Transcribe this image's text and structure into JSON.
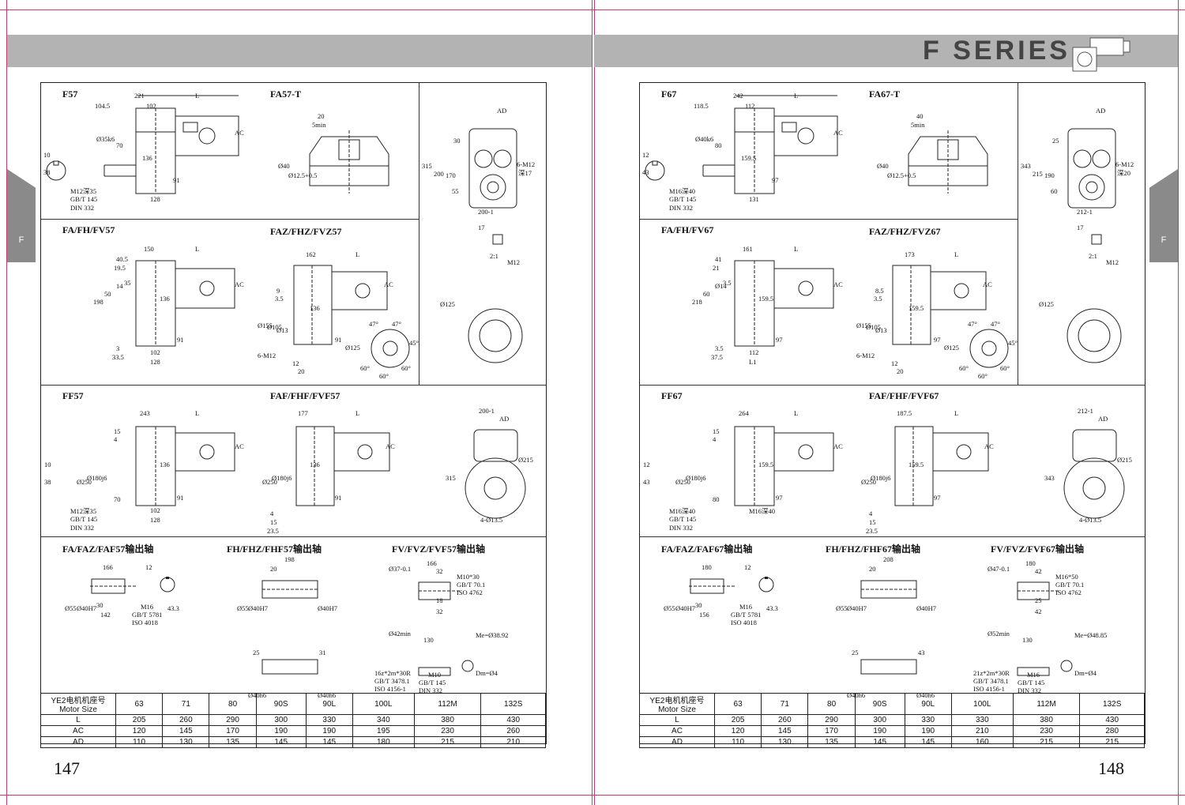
{
  "header": {
    "title": "F SERIES"
  },
  "side_tab": {
    "label": "F"
  },
  "pages": [
    {
      "page_number": "147",
      "sections": {
        "s1": {
          "a": "F57",
          "b": "FA57-T"
        },
        "s2": {
          "a": "FA/FH/FV57",
          "b": "FAZ/FHZ/FVZ57"
        },
        "s3": {
          "a": "FF57",
          "b": "FAF/FHF/FVF57"
        },
        "s4": {
          "a": "FA/FAZ/FAF57输出轴",
          "b": "FH/FHZ/FHF57输出轴",
          "c": "FV/FVZ/FVF57输出轴"
        }
      },
      "dims": {
        "d221": "221",
        "dL": "L",
        "d1045": "104.5",
        "d102": "102",
        "dAC": "AC",
        "d70": "70",
        "d10": "10",
        "d38": "38",
        "d35": "Ø35k6",
        "d136": "136",
        "d91": "91",
        "d128": "128",
        "m12": "M12深35",
        "gbt": "GB/T 145",
        "din": "DIN 332",
        "d20": "20",
        "d5min": "5min",
        "d40": "Ø40",
        "d125": "Ø12.5+0.5",
        "dAD": "AD",
        "d315": "315",
        "d200": "200",
        "d170": "170",
        "d30": "30",
        "d55": "55",
        "d6m12": "6-M12",
        "d17": "深17",
        "d2001": "200-1",
        "k17": "17",
        "kratio": "2:1",
        "km12": "M12",
        "f150": "150",
        "f405": "40.5",
        "f195": "19.5",
        "f198": "198",
        "f50": "50",
        "f14": "14",
        "f35": "35",
        "f3": "3",
        "f335": "33.5",
        "f102": "102",
        "f128": "128",
        "z162": "162",
        "z9": "9",
        "z35": "3.5",
        "z155": "Ø155",
        "z105": "Ø105",
        "z13": "Ø13",
        "z6m12": "6-M12",
        "z12": "12",
        "z20": "20",
        "f125": "Ø125",
        "a47": "47°",
        "a45": "45°",
        "a60": "60°",
        "c125": "Ø125",
        "ff243": "243",
        "ff15": "15",
        "ff4": "4",
        "ff250": "Ø250",
        "ff180": "Ø180j6",
        "ff70": "70",
        "ff102": "102",
        "ff128": "128",
        "ff10": "10",
        "ff38": "38",
        "fv177": "177",
        "fv4": "4",
        "fv15": "15",
        "fv235": "23.5",
        "fl200": "200-1",
        "fl315": "315",
        "fl215": "Ø215",
        "fl413": "4-Ø13.5",
        "o166": "166",
        "o12": "12",
        "o55": "Ø55",
        "o40": "Ø40H7",
        "o30": "30",
        "o142": "142",
        "o433": "43.3",
        "om16": "M16",
        "ogb": "GB/T 5781",
        "oiso": "ISO 4018",
        "h198": "198",
        "h20": "20",
        "h25": "25",
        "h31": "31",
        "h40a": "Ø40h6",
        "h40b": "Ø40h6",
        "v37": "Ø37-0.1",
        "v166": "166",
        "v32a": "32",
        "v18": "18",
        "v32b": "32",
        "vm10": "M10*30",
        "vgb": "GB/T 70.1",
        "viso": "ISO 4762",
        "v42": "Ø42min",
        "v130": "130",
        "vme": "Me=Ø38.92",
        "vdm": "Dm=Ø4",
        "vsp": "16z*2m*30R",
        "vgb2": "GB/T 3478.1",
        "viso2": "ISO 4156-1",
        "vm10b": "M10",
        "vgb3": "GB/T 145",
        "vdin": "DIN 332"
      },
      "motor_table": {
        "header": "YE2电机机座号",
        "header2": "Motor Size",
        "sizes": [
          "63",
          "71",
          "80",
          "90S",
          "90L",
          "100L",
          "112M",
          "132S"
        ],
        "rows": [
          {
            "label": "L",
            "values": [
              "205",
              "260",
              "290",
              "300",
              "330",
              "340",
              "380",
              "430"
            ]
          },
          {
            "label": "AC",
            "values": [
              "120",
              "145",
              "170",
              "190",
              "190",
              "195",
              "230",
              "260"
            ]
          },
          {
            "label": "AD",
            "values": [
              "110",
              "130",
              "135",
              "145",
              "145",
              "180",
              "215",
              "210"
            ]
          }
        ]
      }
    },
    {
      "page_number": "148",
      "sections": {
        "s1": {
          "a": "F67",
          "b": "FA67-T"
        },
        "s2": {
          "a": "FA/FH/FV67",
          "b": "FAZ/FHZ/FVZ67"
        },
        "s3": {
          "a": "FF67",
          "b": "FAF/FHF/FVF67"
        },
        "s4": {
          "a": "FA/FAZ/FAF67输出轴",
          "b": "FH/FHZ/FHF67输出轴",
          "c": "FV/FVZ/FVF67输出轴"
        }
      },
      "dims": {
        "d221": "242",
        "dL": "L",
        "d1045": "118.5",
        "d102": "112",
        "dAC": "AC",
        "d70": "80",
        "d10": "12",
        "d38": "43",
        "d35": "Ø40k6",
        "d136": "159.5",
        "d91": "97",
        "d128": "131",
        "m12": "M16深40",
        "gbt": "GB/T 145",
        "din": "DIN 332",
        "d20": "40",
        "d5min": "5min",
        "d40": "Ø40",
        "d125": "Ø12.5+0.5",
        "dAD": "AD",
        "d315": "343",
        "d200": "215",
        "d170": "190",
        "d30": "25",
        "d55": "60",
        "d6m12": "6-M12",
        "d17": "深20",
        "d2001": "212-1",
        "k17": "17",
        "kratio": "2:1",
        "km12": "M12",
        "f150": "161",
        "f405": "41",
        "f195": "21",
        "f198": "218",
        "f50": "60",
        "f14": "Ø14",
        "f35": "3.5",
        "f3": "3.5",
        "f335": "37.5",
        "f102": "112",
        "f128": "L1",
        "z162": "173",
        "z9": "8.5",
        "z35": "3.5",
        "z155": "Ø155",
        "z105": "Ø105",
        "z13": "Ø13",
        "z6m12": "6-M12",
        "z12": "12",
        "z20": "20",
        "f125": "Ø125",
        "a47": "47°",
        "a45": "45°",
        "a60": "60°",
        "c125": "Ø125",
        "ff243": "264",
        "ff15": "15",
        "ff4": "4",
        "ff250": "Ø250",
        "ff180": "Ø180j6",
        "ff70": "80",
        "ff102": "M16深40",
        "ff128": "",
        "ff10": "12",
        "ff38": "43",
        "fv177": "187.5",
        "fv4": "4",
        "fv15": "15",
        "fv235": "23.5",
        "fl200": "212-1",
        "fl315": "343",
        "fl215": "Ø215",
        "fl413": "4-Ø13.5",
        "o166": "180",
        "o12": "12",
        "o55": "Ø55",
        "o40": "Ø40H7",
        "o30": "30",
        "o142": "156",
        "o433": "43.3",
        "om16": "M16",
        "ogb": "GB/T 5781",
        "oiso": "ISO 4018",
        "h198": "208",
        "h20": "20",
        "h25": "25",
        "h31": "43",
        "h40a": "Ø40h6",
        "h40b": "Ø40h6",
        "v37": "Ø47-0.1",
        "v166": "180",
        "v32a": "42",
        "v18": "25",
        "v32b": "42",
        "vm10": "M16*50",
        "vgb": "GB/T 70.1",
        "viso": "ISO 4762",
        "v42": "Ø52min",
        "v130": "130",
        "vme": "Me=Ø48.85",
        "vdm": "Dm=Ø4",
        "vsp": "21z*2m*30R",
        "vgb2": "GB/T 3478.1",
        "viso2": "ISO 4156-1",
        "vm10b": "M16",
        "vgb3": "GB/T 145",
        "vdin": "DIN 332"
      },
      "motor_table": {
        "header": "YE2电机机座号",
        "header2": "Motor Size",
        "sizes": [
          "63",
          "71",
          "80",
          "90S",
          "90L",
          "100L",
          "112M",
          "132S"
        ],
        "rows": [
          {
            "label": "L",
            "values": [
              "205",
              "260",
              "290",
              "300",
              "330",
              "330",
              "380",
              "430"
            ]
          },
          {
            "label": "AC",
            "values": [
              "120",
              "145",
              "170",
              "190",
              "190",
              "210",
              "230",
              "280"
            ]
          },
          {
            "label": "AD",
            "values": [
              "110",
              "130",
              "135",
              "145",
              "145",
              "160",
              "215",
              "215"
            ]
          }
        ]
      }
    }
  ]
}
